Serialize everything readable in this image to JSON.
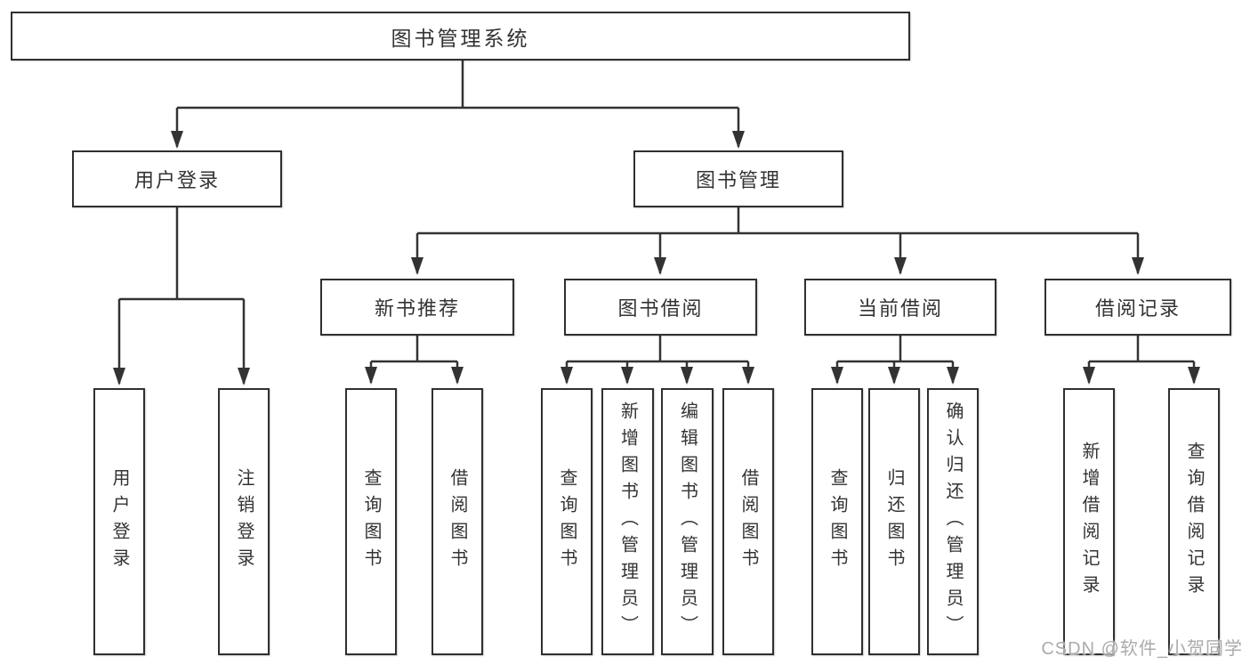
{
  "tree": {
    "root": {
      "label": "图书管理系统",
      "children": [
        {
          "label": "用户登录",
          "children": [
            {
              "label": "用户登录"
            },
            {
              "label": "注销登录"
            }
          ]
        },
        {
          "label": "图书管理",
          "children": [
            {
              "label": "新书推荐",
              "children": [
                {
                  "label": "查询图书"
                },
                {
                  "label": "借阅图书"
                }
              ]
            },
            {
              "label": "图书借阅",
              "children": [
                {
                  "label": "查询图书"
                },
                {
                  "label": "新增图书（管理员）"
                },
                {
                  "label": "编辑图书（管理员）"
                },
                {
                  "label": "借阅图书"
                }
              ]
            },
            {
              "label": "当前借阅",
              "children": [
                {
                  "label": "查询图书"
                },
                {
                  "label": "归还图书"
                },
                {
                  "label": "确认归还（管理员）"
                }
              ]
            },
            {
              "label": "借阅记录",
              "children": [
                {
                  "label": "新增借阅记录"
                },
                {
                  "label": "查询借阅记录"
                }
              ]
            }
          ]
        }
      ]
    }
  },
  "watermark": {
    "text": "CSDN @软件_小贺同学"
  },
  "colors": {
    "line": "#333333",
    "box_border": "#2f2f2f",
    "box_fill": "#ffffff",
    "text": "#333333",
    "watermark": "#ababab",
    "background": "#ffffff"
  }
}
